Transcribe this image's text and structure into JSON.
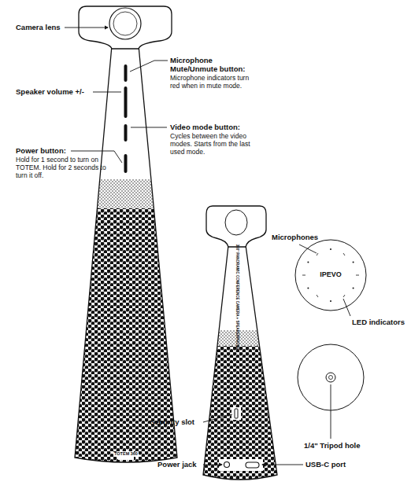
{
  "diagram": {
    "labels": [
      "Camera lens",
      "Microphone Mute/Unmute button:",
      "Microphone indicators turn red when in mute mode.",
      "Speaker volume +/-",
      "Video mode button:",
      "Cycles between the video modes. Starts from the last used mode.",
      "Power button:",
      "Hold for 1 second to turn on TOTEM. Hold for 2 seconds to turn it off.",
      "Microphones",
      "IPEVO",
      "LED indicators",
      "1/4\" Tripod hole",
      "Security slot",
      "Power jack",
      "USB-C port",
      "TOTEM 360",
      "360° PANORAMIC CONFERENCE CAMERA + SPEAKERPHONE"
    ]
  }
}
